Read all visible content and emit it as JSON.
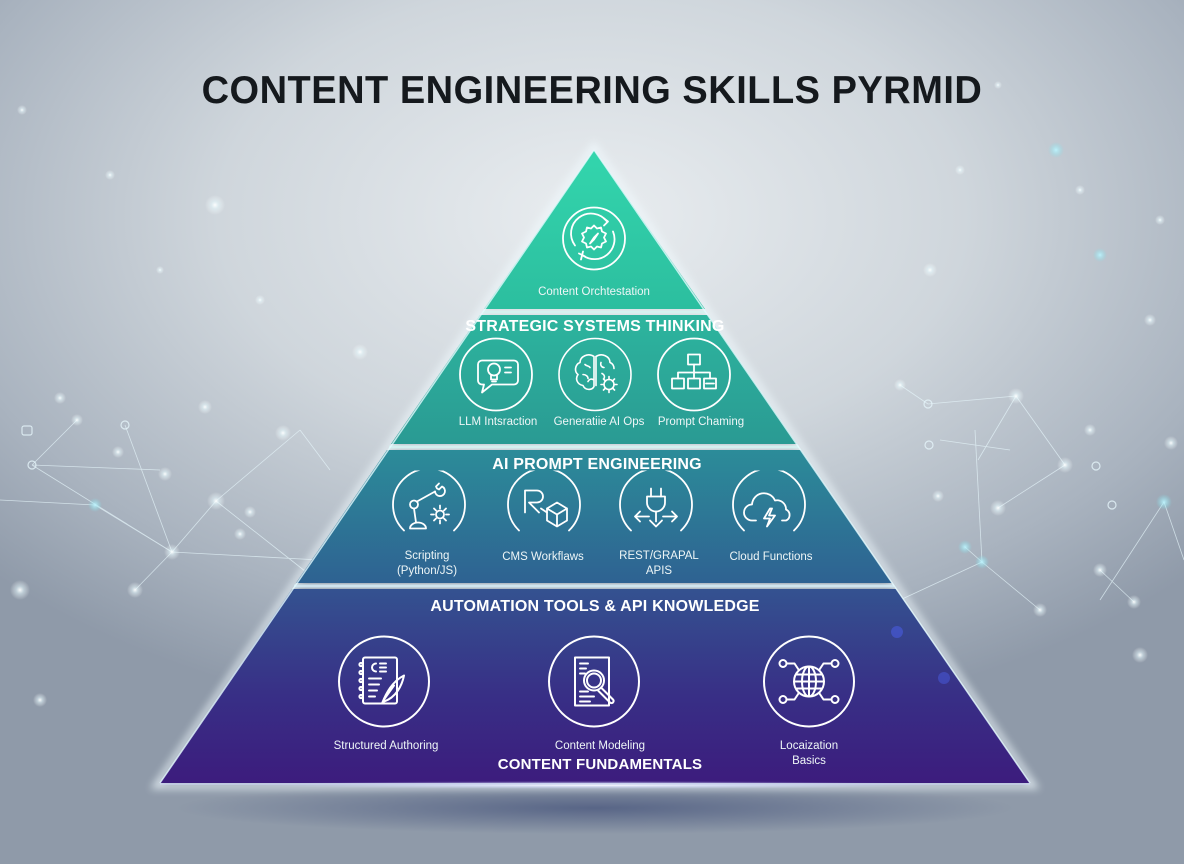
{
  "title": "CONTENT ENGINEERING SKILLS PYRMID",
  "colors": {
    "tier_top": "#2fc9a4",
    "tier_2": "#2ea597",
    "tier_3": "#2e7a96",
    "tier_4_top": "#34548f",
    "tier_4_bottom": "#3b1e7e",
    "separator": "#cfeff2",
    "icon_stroke": "#ffffff",
    "title_text": "#15191d"
  },
  "pyramid": {
    "tiers": [
      {
        "id": "top",
        "title": "",
        "items": [
          {
            "label": "Content Orchtestation",
            "icon": "gear-compass-cycle-icon"
          }
        ]
      },
      {
        "id": "tier2",
        "title": "STRATEGIC SYSTEMS THINKING",
        "items": [
          {
            "label": "LLM Intsraction",
            "icon": "chat-lightbulb-icon"
          },
          {
            "label": "Generatiie AI Ops",
            "icon": "brain-gear-icon"
          },
          {
            "label": "Prompt Chaming",
            "icon": "hierarchy-chart-icon"
          }
        ]
      },
      {
        "id": "tier3",
        "title": "AI PROMPT ENGINEERING",
        "items": [
          {
            "label": "Scripting",
            "label2": "(Python/JS)",
            "icon": "robot-arm-gear-icon"
          },
          {
            "label": "CMS Workflaws",
            "icon": "r-box-icon"
          },
          {
            "label": "REST/GRAPAL",
            "label2": "APIS",
            "icon": "plug-arrows-icon"
          },
          {
            "label": "Cloud Functions",
            "icon": "cloud-lightning-icon"
          }
        ]
      },
      {
        "id": "tier4",
        "title": "AUTOMATION TOOLS & API KNOWLEDGE",
        "footer": "CONTENT FUNDAMENTALS",
        "items": [
          {
            "label": "Structured Authoring",
            "icon": "notebook-quill-icon"
          },
          {
            "label": "Content Modeling",
            "icon": "document-magnifier-icon"
          },
          {
            "label": "Locaization",
            "label2": "Basics",
            "icon": "globe-network-icon"
          }
        ]
      }
    ]
  }
}
